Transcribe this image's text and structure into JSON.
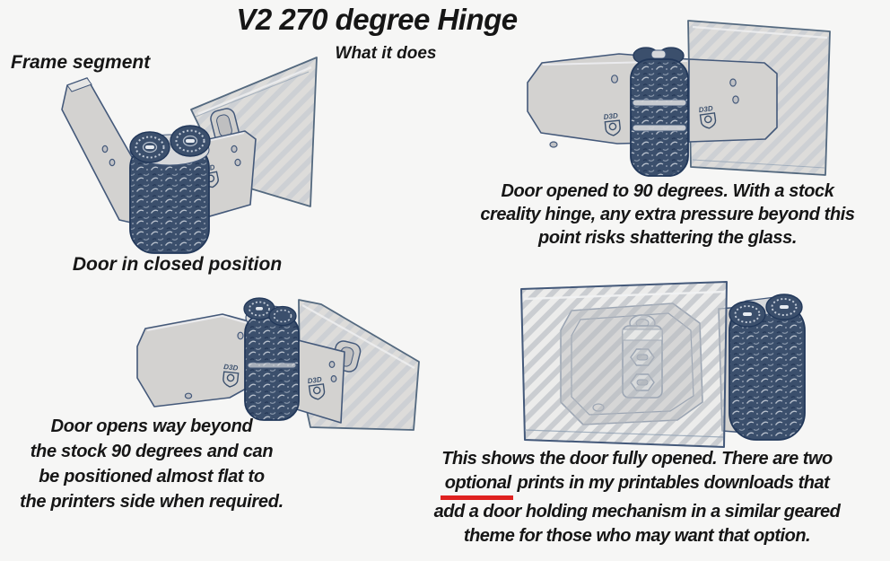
{
  "page": {
    "title": "V2 270 degree Hinge",
    "subtitle": "What it does"
  },
  "annotations": {
    "frame_segment": "Frame segment",
    "caption_closed": "Door in closed position",
    "caption_90_lines": [
      "Door opened to 90 degrees. With a stock",
      "creality hinge, any extra pressure beyond this",
      "point risks shattering the glass."
    ],
    "caption_beyond_lines": [
      "Door opens way beyond",
      "the stock 90 degrees and can",
      "be positioned almost flat to",
      "the printers side when required."
    ],
    "caption_full": {
      "line1": "This shows the door fully opened. There are two",
      "underlined_word": "optional",
      "line2_rest": " prints in my printables downloads that",
      "line3": "add a door holding mechanism in a similar geared",
      "line4": "theme for those who may want that option."
    }
  },
  "figures": {
    "logo_text": "D3D"
  },
  "colors": {
    "background": "#f6f6f5",
    "ink": "#161616",
    "underline_red": "#df2120",
    "hinge_navy": "#3b4f6c",
    "plate_gray": "#d3d2d0",
    "glass_gray": "#dddcda"
  }
}
